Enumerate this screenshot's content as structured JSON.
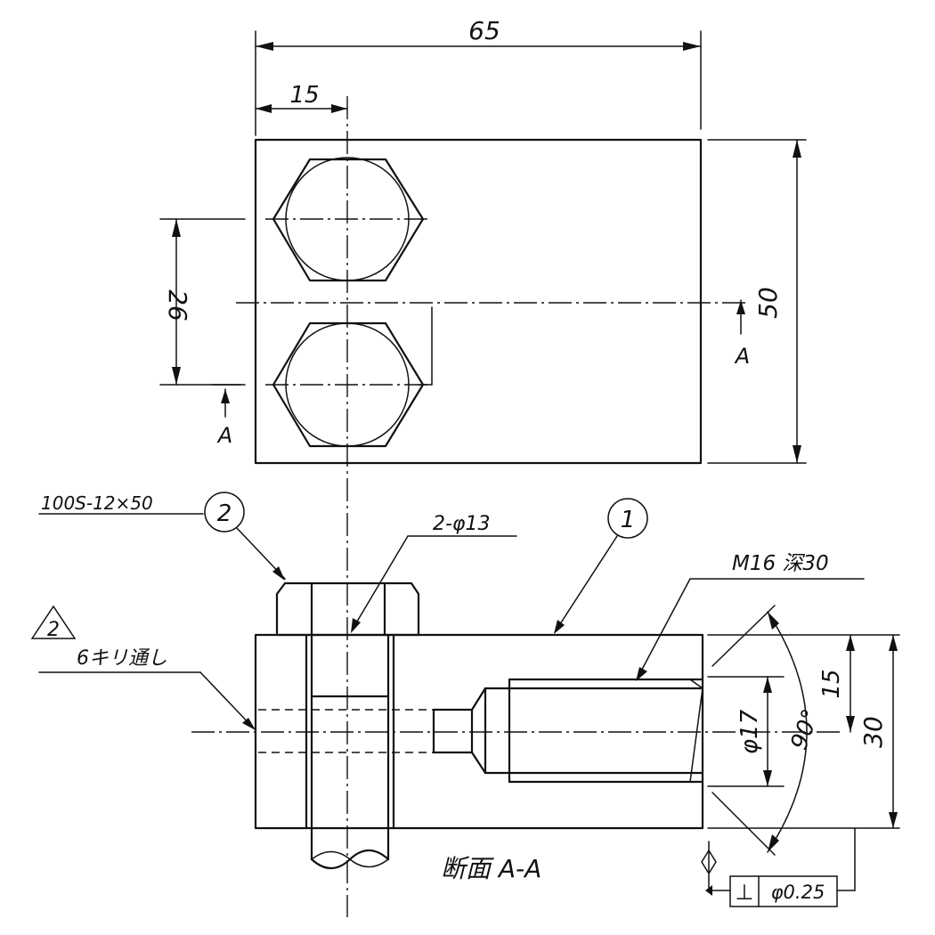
{
  "dimensions": {
    "width_total": "65",
    "width_hole_offset": "15",
    "hole_spacing": "26",
    "height_total": "50",
    "thread_diameter": "φ17",
    "angle": "90°",
    "side_height_half": "15",
    "side_height_total": "30"
  },
  "section_marks": {
    "top_right": "A",
    "bottom_left": "A"
  },
  "callouts": {
    "bolt_spec": "100S-12×50",
    "balloon_bolt": "2",
    "balloon_block": "1",
    "hole_spec": "2-φ13",
    "thread_spec": "M16 深30",
    "drill_note": "6キリ通し",
    "revision_mark": "2"
  },
  "section_title": "断面 A-A",
  "tolerance_frame": {
    "symbol": "⊥",
    "value": "φ0.25"
  }
}
